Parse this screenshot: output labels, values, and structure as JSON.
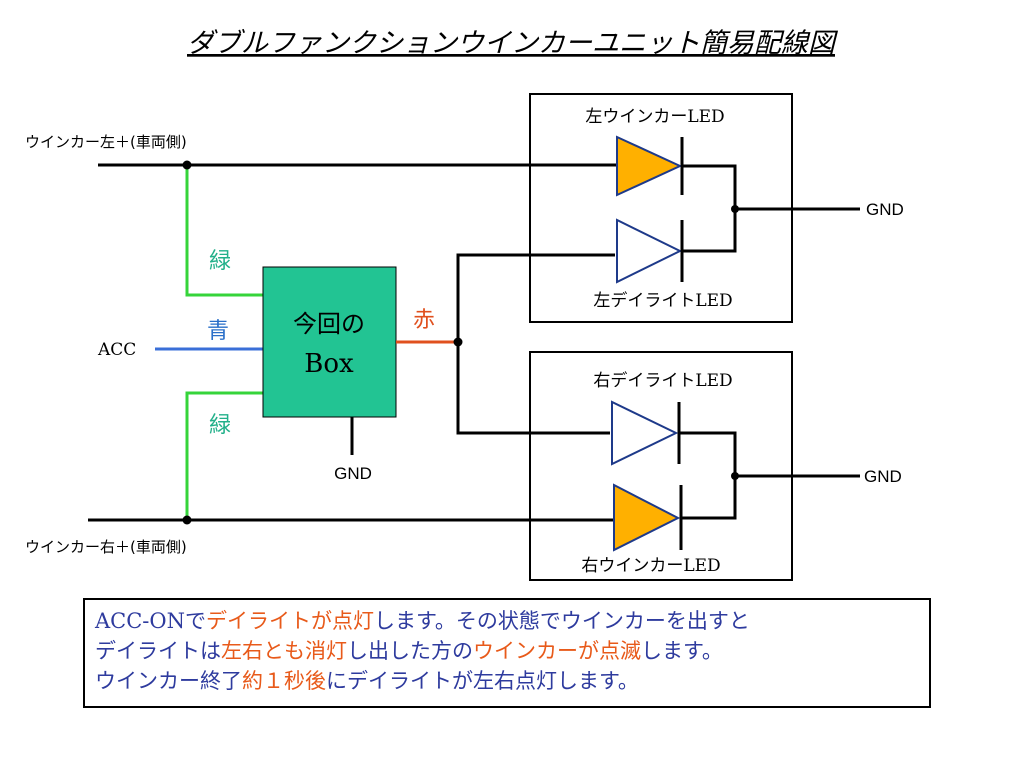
{
  "title": "ダブルファンクションウインカーユニット簡易配線図",
  "left_wire_label": "ウインカー左＋(車両側)",
  "right_wire_label": "ウインカー右＋(車両側)",
  "acc_label": "ACC",
  "box": {
    "line1": "今回の",
    "line2": "Box"
  },
  "wire_colors": {
    "green_top": "緑",
    "blue": "青",
    "green_bottom": "緑",
    "red": "赤"
  },
  "gnd_label": "GND",
  "upper_module": {
    "top_led": "左ウインカーLED",
    "bottom_led": "左デイライトLED",
    "gnd": "GND"
  },
  "lower_module": {
    "top_led": "右デイライトLED",
    "bottom_led": "右ウインカーLED",
    "gnd": "GND"
  },
  "note": {
    "line1": [
      {
        "t": "ACC-ON",
        "c": "ser"
      },
      {
        "t": "で",
        "c": ""
      },
      {
        "t": "デイライトが点灯",
        "c": "red"
      },
      {
        "t": "します。その状態でウインカーを出すと",
        "c": ""
      }
    ],
    "line2": [
      {
        "t": "デイライトは",
        "c": ""
      },
      {
        "t": "左右とも消灯",
        "c": "red"
      },
      {
        "t": "し出した方の",
        "c": ""
      },
      {
        "t": "ウインカーが点滅",
        "c": "red"
      },
      {
        "t": "します。",
        "c": ""
      }
    ],
    "line3": [
      {
        "t": "ウインカー終了",
        "c": ""
      },
      {
        "t": "約１秒後",
        "c": "red"
      },
      {
        "t": "にデイライトが左右点灯します。",
        "c": ""
      }
    ]
  },
  "colors": {
    "green_wire": "#35d43a",
    "blue_wire": "#3a6fd8",
    "red_wire": "#e0501e",
    "box_fill": "#22c493",
    "led_on": "#ffb000",
    "led_stroke": "#1e3a8a",
    "label_green": "#22b08a",
    "label_blue": "#2a6fc9",
    "label_red": "#e0501e"
  }
}
